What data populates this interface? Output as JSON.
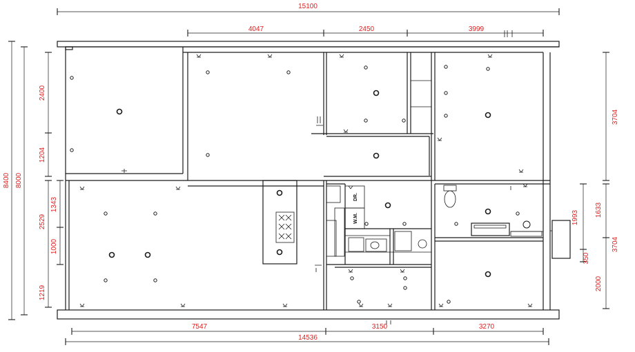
{
  "dimensions": {
    "top_overall": "15100",
    "top_seg1": "4047",
    "top_seg2": "2450",
    "top_seg3": "3999",
    "left_outer": "8400",
    "left_inner": "8000",
    "left_2400": "2400",
    "left_1204": "1204",
    "left_1343": "1343",
    "left_2529": "2529",
    "left_1000": "1000",
    "left_1219": "1219",
    "right_3704_top": "3704",
    "right_1993": "1993",
    "right_1633": "1633",
    "right_3704_bottom": "3704",
    "right_350": "350",
    "right_2000": "2000",
    "bottom_7547": "7547",
    "bottom_3150": "3150",
    "bottom_3270": "3270",
    "bottom_overall": "14536"
  },
  "labels": {
    "dryer": "DR.",
    "washer": "W.M."
  },
  "colors": {
    "dimension_text": "#e01b1b",
    "lines": "#1a1a1a"
  }
}
